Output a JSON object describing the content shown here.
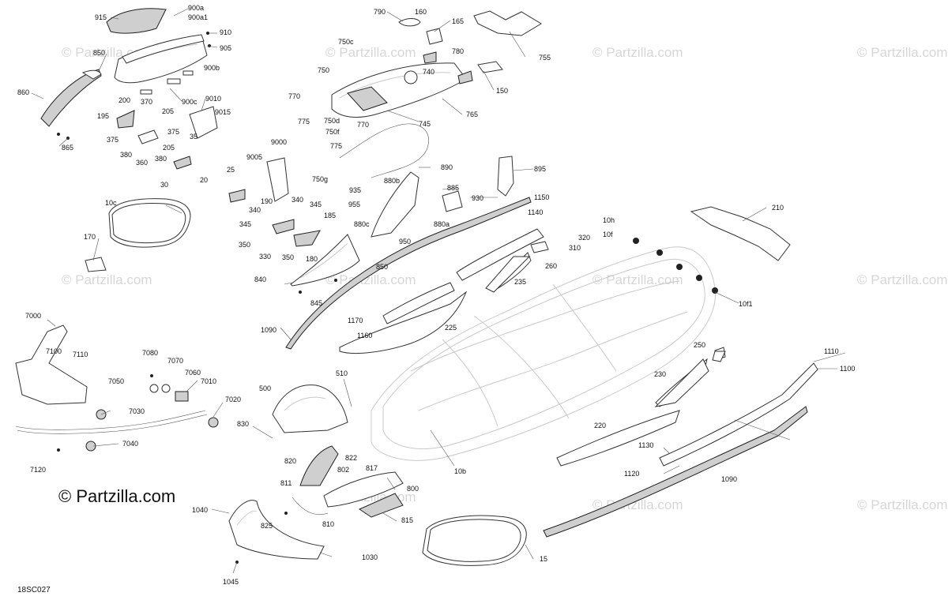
{
  "brand": "© Partzilla.com",
  "watermark": "© Partzilla.com",
  "diagram_code": "18SC027",
  "labels": {
    "l915": "915",
    "l900a": "900a",
    "l900a1": "900a1",
    "l910": "910",
    "l905": "905",
    "l900b": "900b",
    "l850a": "850",
    "l860": "860",
    "l865": "865",
    "l900c": "900c",
    "l9010": "9010",
    "l9015": "9015",
    "l200": "200",
    "l370": "370",
    "l195": "195",
    "l205a": "205",
    "l375a": "375",
    "l375b": "375",
    "l205b": "205",
    "l35": "35",
    "l380a": "380",
    "l360": "360",
    "l380b": "380",
    "l30": "30",
    "l9000": "9000",
    "l9005": "9005",
    "l25": "25",
    "l20": "20",
    "l10c": "10c",
    "l170": "170",
    "l190": "190",
    "l340a": "340",
    "l340b": "340",
    "l345a": "345",
    "l345b": "345",
    "l185": "185",
    "l350a": "350",
    "l330": "330",
    "l350b": "350",
    "l180": "180",
    "l850b": "850",
    "l840": "840",
    "l845": "845",
    "l1090a": "1090",
    "l790": "790",
    "l160": "160",
    "l165": "165",
    "l755": "755",
    "l750c": "750c",
    "l780": "780",
    "l740": "740",
    "l750": "750",
    "l150": "150",
    "l770a": "770",
    "l775a": "775",
    "l750d": "750d",
    "l750f": "750f",
    "l770b": "770",
    "l745": "745",
    "l765": "765",
    "l775b": "775",
    "l750g": "750g",
    "l890": "890",
    "l895": "895",
    "l880b": "880b",
    "l885": "885",
    "l935": "935",
    "l930": "930",
    "l955": "955",
    "l880c": "880c",
    "l880a": "880a",
    "l950": "950",
    "l1150": "1150",
    "l1140": "1140",
    "l210": "210",
    "l10h": "10h",
    "l10f": "10f",
    "l320": "320",
    "l310": "310",
    "l260": "260",
    "l235": "235",
    "l10f1": "10f1",
    "l1170": "1170",
    "l1160": "1160",
    "l225": "225",
    "l7000": "7000",
    "l7100": "7100",
    "l7110": "7110",
    "l7080": "7080",
    "l7070": "7070",
    "l7060": "7060",
    "l7010": "7010",
    "l7050": "7050",
    "l7030": "7030",
    "l7020": "7020",
    "l7040": "7040",
    "l7120": "7120",
    "l510": "510",
    "l500": "500",
    "l830": "830",
    "l250": "250",
    "l1110": "1110",
    "l1100": "1100",
    "l230": "230",
    "l220": "220",
    "l1130": "1130",
    "l1120": "1120",
    "l1090b": "1090",
    "l10b": "10b",
    "l820": "820",
    "l822": "822",
    "l802": "802",
    "l817": "817",
    "l811": "811",
    "l800": "800",
    "l815": "815",
    "l810": "810",
    "l825": "825",
    "l1040": "1040",
    "l1030": "1030",
    "l1045": "1045",
    "l15": "15"
  }
}
